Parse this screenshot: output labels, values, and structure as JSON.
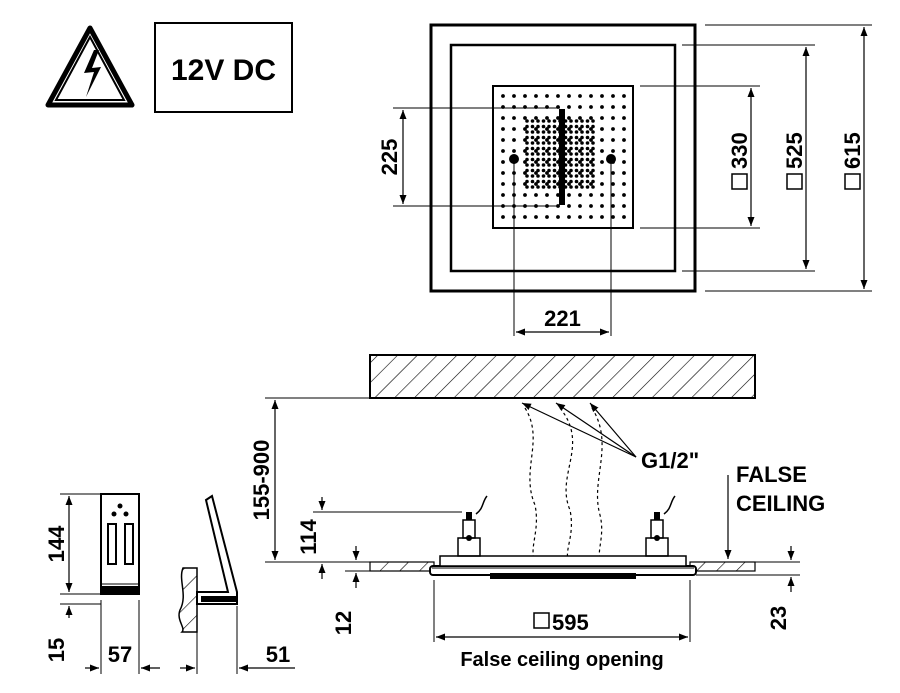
{
  "warning": {
    "icon": "high-voltage-warning-icon",
    "voltage_label": "12V DC"
  },
  "top_view": {
    "dim_horizontal": "221",
    "dim_vertical": "225",
    "dim_inner_square": "330",
    "dim_middle_square": "525",
    "dim_outer_square": "615",
    "square_symbol": "square-symbol-icon"
  },
  "side_view": {
    "dim_height_range": "155-900",
    "dim_bracket_height": "114",
    "dim_ceiling_thickness": "12",
    "dim_body_thickness": "23",
    "dim_opening": "595",
    "connection_label": "G1/2\"",
    "false_ceiling_line1": "FALSE",
    "false_ceiling_line2": "CEILING",
    "opening_caption": "False ceiling opening"
  },
  "control_unit": {
    "dim_height": "144",
    "dim_base": "15",
    "dim_width": "57",
    "dim_depth": "51"
  }
}
